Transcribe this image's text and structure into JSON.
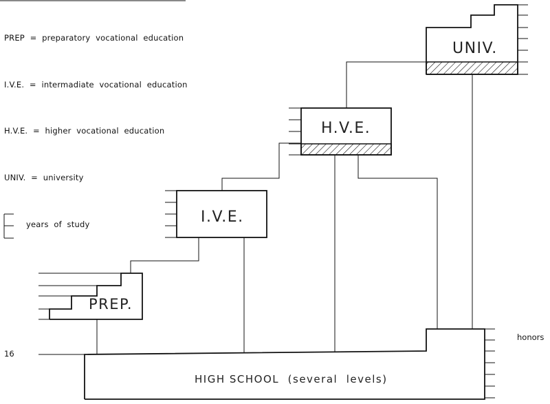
{
  "legend": {
    "prep": "PREP  =  preparatory  vocational  education",
    "ive": "I.V.E.  =  intermadiate  vocational  education",
    "hve": "H.V.E.  =  higher  vocational  education",
    "univ": "UNIV.  =  university",
    "years": "years  of  study"
  },
  "boxes": {
    "prep": "PREP.",
    "ive": "I.V.E.",
    "hve": "H.V.E.",
    "univ": "UNIV.",
    "high_school": "HIGH SCHOOL  (several  levels)"
  },
  "labels": {
    "age": "16",
    "honors": "honors"
  },
  "colors": {
    "line": "#111111",
    "background": "#ffffff"
  }
}
